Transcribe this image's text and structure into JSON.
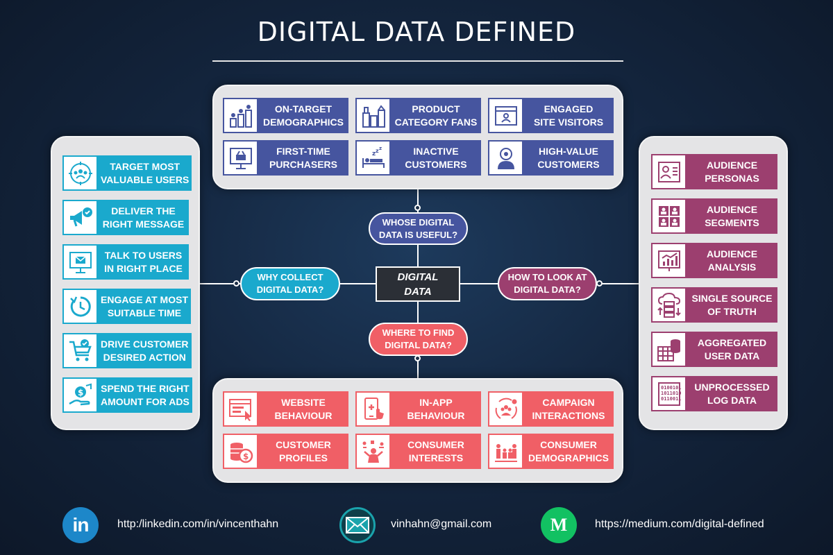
{
  "title": "DIGITAL DATA DEFINED",
  "center": {
    "line1": "DIGITAL",
    "line2": "DATA"
  },
  "nodes": {
    "whose": {
      "line1": "WHOSE DIGITAL",
      "line2": "DATA IS USEFUL?"
    },
    "why": {
      "line1": "WHY COLLECT",
      "line2": "DIGITAL DATA?"
    },
    "how": {
      "line1": "HOW TO LOOK AT",
      "line2": "DIGITAL DATA?"
    },
    "where": {
      "line1": "WHERE TO FIND",
      "line2": "DIGITAL DATA?"
    }
  },
  "top_cards": [
    {
      "icon": "demographics-icon",
      "line1": "ON-TARGET",
      "line2": "DEMOGRAPHICS"
    },
    {
      "icon": "product-bottles-icon",
      "line1": "PRODUCT",
      "line2": "CATEGORY FANS"
    },
    {
      "icon": "browser-user-icon",
      "line1": "ENGAGED",
      "line2": "SITE VISITORS"
    },
    {
      "icon": "monitor-basket-icon",
      "line1": "FIRST-TIME",
      "line2": "PURCHASERS"
    },
    {
      "icon": "sleeping-icon",
      "line1": "INACTIVE",
      "line2": "CUSTOMERS"
    },
    {
      "icon": "vip-badge-icon",
      "line1": "HIGH-VALUE",
      "line2": "CUSTOMERS"
    }
  ],
  "left_cards": [
    {
      "icon": "target-users-icon",
      "line1": "TARGET MOST",
      "line2": "VALUABLE  USERS"
    },
    {
      "icon": "megaphone-icon",
      "line1": "DELIVER THE",
      "line2": "RIGHT MESSAGE"
    },
    {
      "icon": "monitor-mail-icon",
      "line1": "TALK TO USERS",
      "line2": "IN RIGHT PLACE"
    },
    {
      "icon": "clock-icon",
      "line1": "ENGAGE AT MOST",
      "line2": "SUITABLE TIME"
    },
    {
      "icon": "cart-check-icon",
      "line1": "DRIVE CUSTOMER",
      "line2": "DESIRED ACTION"
    },
    {
      "icon": "hand-money-icon",
      "line1": "SPEND THE RIGHT",
      "line2": "AMOUNT FOR ADS"
    }
  ],
  "right_cards": [
    {
      "icon": "persona-icon",
      "line1": "AUDIENCE",
      "line2": "PERSONAS"
    },
    {
      "icon": "segments-icon",
      "line1": "AUDIENCE",
      "line2": "SEGMENTS"
    },
    {
      "icon": "analysis-chart-icon",
      "line1": "AUDIENCE",
      "line2": "ANALYSIS"
    },
    {
      "icon": "cloud-server-icon",
      "line1": "SINGLE SOURCE",
      "line2": "OF TRUTH"
    },
    {
      "icon": "database-table-icon",
      "line1": "AGGREGATED",
      "line2": "USER DATA"
    },
    {
      "icon": "binary-log-icon",
      "line1": "UNPROCESSED",
      "line2": "LOG DATA"
    }
  ],
  "bottom_cards": [
    {
      "icon": "browser-cursor-icon",
      "line1": "WEBSITE",
      "line2": "BEHAVIOUR"
    },
    {
      "icon": "phone-tap-icon",
      "line1": "IN-APP",
      "line2": "BEHAVIOUR"
    },
    {
      "icon": "campaign-people-icon",
      "line1": "CAMPAIGN",
      "line2": "INTERACTIONS"
    },
    {
      "icon": "coins-icon",
      "line1": "CUSTOMER",
      "line2": "PROFILES"
    },
    {
      "icon": "interests-person-icon",
      "line1": "CONSUMER",
      "line2": "INTERESTS"
    },
    {
      "icon": "family-icon",
      "line1": "CONSUMER",
      "line2": "DEMOGRAPHICS"
    }
  ],
  "footer": {
    "linkedin": {
      "icon": "linkedin-icon",
      "badge": "in",
      "text": "http:/linkedin.com/in/vincenthahn"
    },
    "email": {
      "icon": "mail-icon",
      "text": "vinhahn@gmail.com"
    },
    "medium": {
      "icon": "medium-icon",
      "badge": "M",
      "text": "https://medium.com/digital-defined"
    }
  },
  "colors": {
    "blue": "#46559f",
    "cyan": "#1aa9cd",
    "red": "#f05f66",
    "plum": "#9c3f6f",
    "linkedin": "#1d87c9",
    "mail": "#1aa3ac",
    "medium": "#12c162"
  }
}
